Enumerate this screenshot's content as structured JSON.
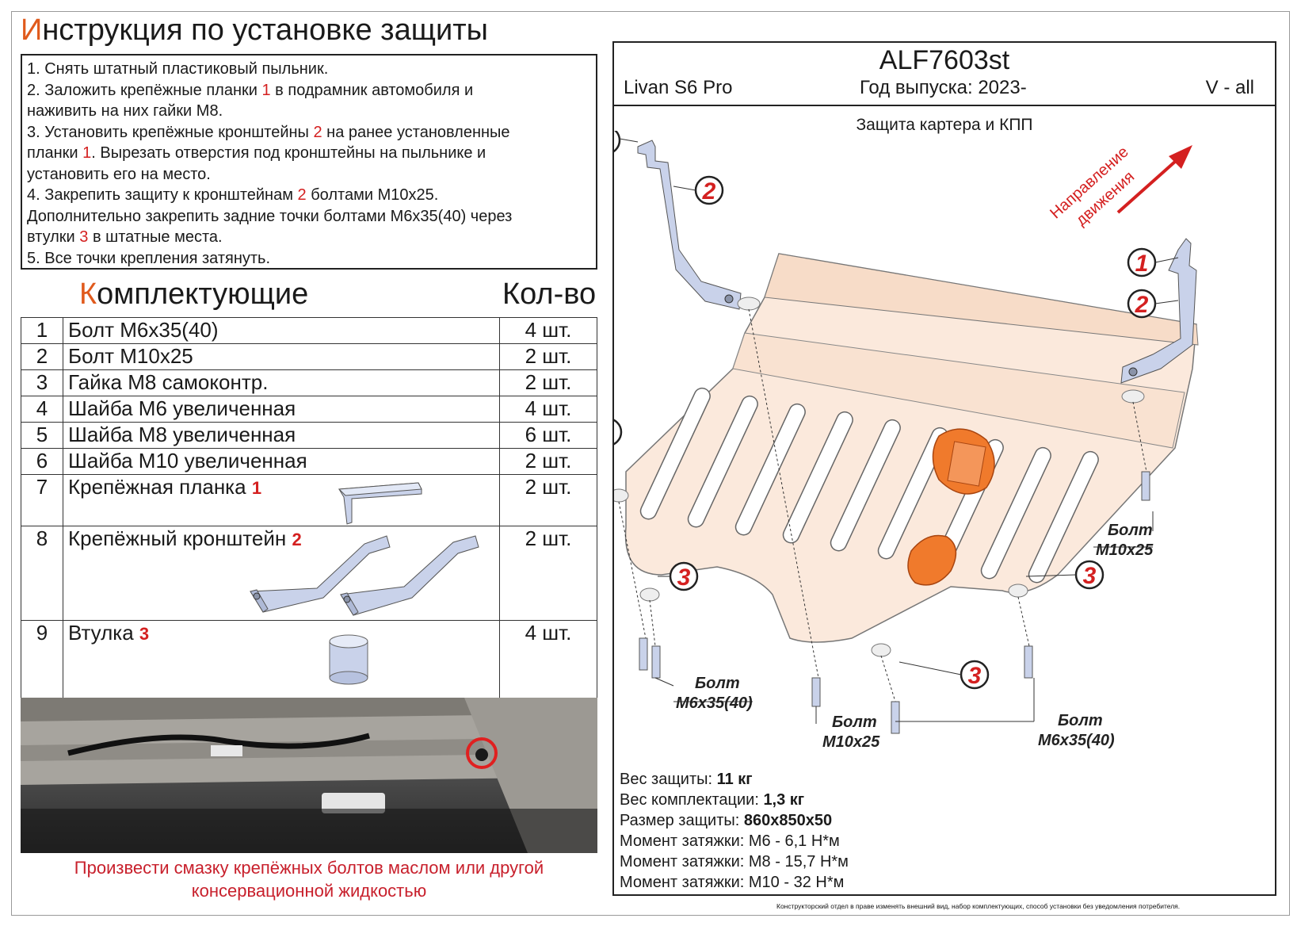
{
  "title": {
    "first_letter": "И",
    "rest": "нструкция по установке защиты"
  },
  "instructions": {
    "l1": "1. Снять штатный пластиковый пыльник.",
    "l2a": "2. Заложить крепёжные планки ",
    "l2b": "1",
    "l2c": " в подрамник автомобиля и",
    "l3": "наживить на них гайки М8.",
    "l4a": "3. Установить крепёжные кронштейны ",
    "l4b": "2",
    "l4c": " на ранее установленные",
    "l5a": "планки ",
    "l5b": "1",
    "l5c": ". Вырезать отверстия под кронштейны на пыльнике и",
    "l6": "установить его на место.",
    "l7a": "4. Закрепить защиту к кронштейнам ",
    "l7b": "2",
    "l7c": " болтами М10х25.",
    "l8": "Дополнительно закрепить задние точки болтами М6х35(40) через",
    "l9a": "втулки ",
    "l9b": "3",
    "l9c": " в штатные места.",
    "l10": "5. Все точки крепления затянуть."
  },
  "kit": {
    "heading_first": "К",
    "heading_rest": "омплектующие",
    "qty_heading": "Кол-во",
    "items": [
      {
        "n": "1",
        "name": "Болт М6х35(40)",
        "ref": "",
        "qty": "4 шт."
      },
      {
        "n": "2",
        "name": "Болт М10х25",
        "ref": "",
        "qty": "2 шт."
      },
      {
        "n": "3",
        "name": "Гайка М8 самоконтр.",
        "ref": "",
        "qty": "2 шт."
      },
      {
        "n": "4",
        "name": "Шайба М6 увеличенная",
        "ref": "",
        "qty": "4 шт."
      },
      {
        "n": "5",
        "name": "Шайба М8 увеличенная",
        "ref": "",
        "qty": "6 шт."
      },
      {
        "n": "6",
        "name": "Шайба М10 увеличенная",
        "ref": "",
        "qty": "2 шт."
      },
      {
        "n": "7",
        "name": "Крепёжная планка ",
        "ref": "1",
        "qty": "2 шт."
      },
      {
        "n": "8",
        "name": "Крепёжный кронштейн ",
        "ref": "2",
        "qty": "2 шт."
      },
      {
        "n": "9",
        "name": "Втулка ",
        "ref": "3",
        "qty": "4 шт."
      }
    ]
  },
  "grease_note": {
    "line1": "Произвести смазку крепёжных болтов маслом или другой",
    "line2": "консервационной жидкостью"
  },
  "header": {
    "article": "ALF7603st",
    "model": "Livan S6 Pro",
    "year": "Год выпуска: 2023-",
    "variant": "V - all"
  },
  "subtitle": "Защита картера и КПП",
  "direction": {
    "line1": "Направление",
    "line2": "движения"
  },
  "callouts": {
    "c1": "1",
    "c2": "2",
    "c3": "3"
  },
  "bolt_labels": {
    "right_top": {
      "t1": "Болт",
      "t2": "М10х25"
    },
    "left_bottom": {
      "t1": "Болт",
      "t2": "М6х35(40)"
    },
    "center_bottom": {
      "t1": "Болт",
      "t2": "М10х25"
    },
    "right_bottom": {
      "t1": "Болт",
      "t2": "М6х35(40)"
    }
  },
  "specs": {
    "weight_label": "Вес защиты: ",
    "weight_value": "11 кг",
    "kit_weight_label": "Вес комплектации: ",
    "kit_weight_value": "1,3 кг",
    "size_label": "Размер защиты: ",
    "size_value": "860х850х50",
    "torque_m6": "Момент затяжки: М6 - 6,1 Н*м",
    "torque_m8": "Момент затяжки: М8 - 15,7 Н*м",
    "torque_m10": "Момент затяжки: М10 - 32 Н*м"
  },
  "disclaimer": "Конструкторский отдел в праве изменять внешний вид, набор комплектующих, способ установки без уведомления потребителя.",
  "colors": {
    "accent_red": "#d42020",
    "title_orange": "#e05a1c",
    "plate": "#fbe9dc",
    "hatch": "#f07a2c",
    "bracket": "#c9d2ea"
  }
}
